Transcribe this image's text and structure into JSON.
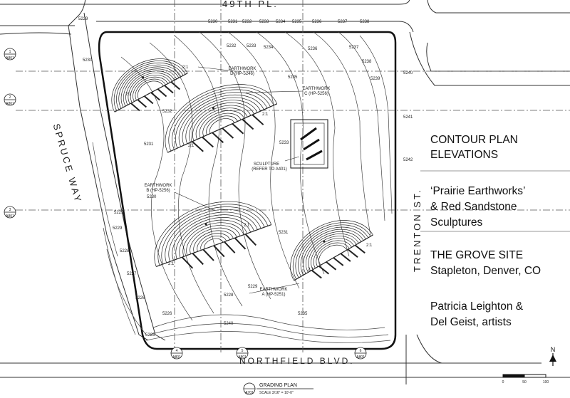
{
  "streets": {
    "north": "49TH PL.",
    "south": "NORTHFIELD BLVD.",
    "west": "SPRUCE WAY",
    "east": "TRENTON ST."
  },
  "title_block": {
    "title_line1": "CONTOUR PLAN",
    "title_line2": "ELEVATIONS",
    "project_line1": "‘Prairie Earthworks’",
    "project_line2": "& Red Sandstone",
    "project_line3": "Sculptures",
    "site_line1": "THE GROVE SITE",
    "site_line2": "Stapleton, Denver, CO",
    "artists_line1": "Patricia Leighton &",
    "artists_line2": "Del Geist, artists"
  },
  "plan_caption": {
    "title": "GRADING PLAN",
    "scale": "SCALE 3/16\" = 10'-0\"",
    "ref": "A701"
  },
  "north_arrow": "N",
  "scale_bar": [
    "0",
    "50",
    "100"
  ],
  "earthworks": [
    {
      "name": "EARTHWORK",
      "ref": "D (HP-5246)"
    },
    {
      "name": "EARTHWORK",
      "ref": "C (HP-5256)"
    },
    {
      "name": "EARTHWORK",
      "ref": "B (HP-5256)"
    },
    {
      "name": "EARTHWORK",
      "ref": "A (HP-5251)"
    }
  ],
  "sculpture_note": {
    "line1": "SCULPTURE",
    "line2": "(REFER TO A401)"
  },
  "slope_label": "2:1",
  "elevations_top": [
    "5229",
    "5230",
    "5231",
    "5232",
    "5233",
    "5234",
    "5235",
    "5236",
    "5237",
    "5238"
  ],
  "elevations_east": [
    "5240",
    "5241",
    "5242"
  ],
  "elevations_west": [
    "5230",
    "5229",
    "5228",
    "5227",
    "5226",
    "5225"
  ],
  "elevations_interior": [
    "5232",
    "5233",
    "5234",
    "5235",
    "5236",
    "5237",
    "5238",
    "5239",
    "5231",
    "5230",
    "5232",
    "5233",
    "5231",
    "5229",
    "5228",
    "5235",
    "5240",
    "5229",
    "5226"
  ],
  "section_markers": [
    "1",
    "2",
    "3"
  ],
  "section_ref": "A801",
  "section_markers_bottom": [
    "4",
    "5",
    "6"
  ]
}
